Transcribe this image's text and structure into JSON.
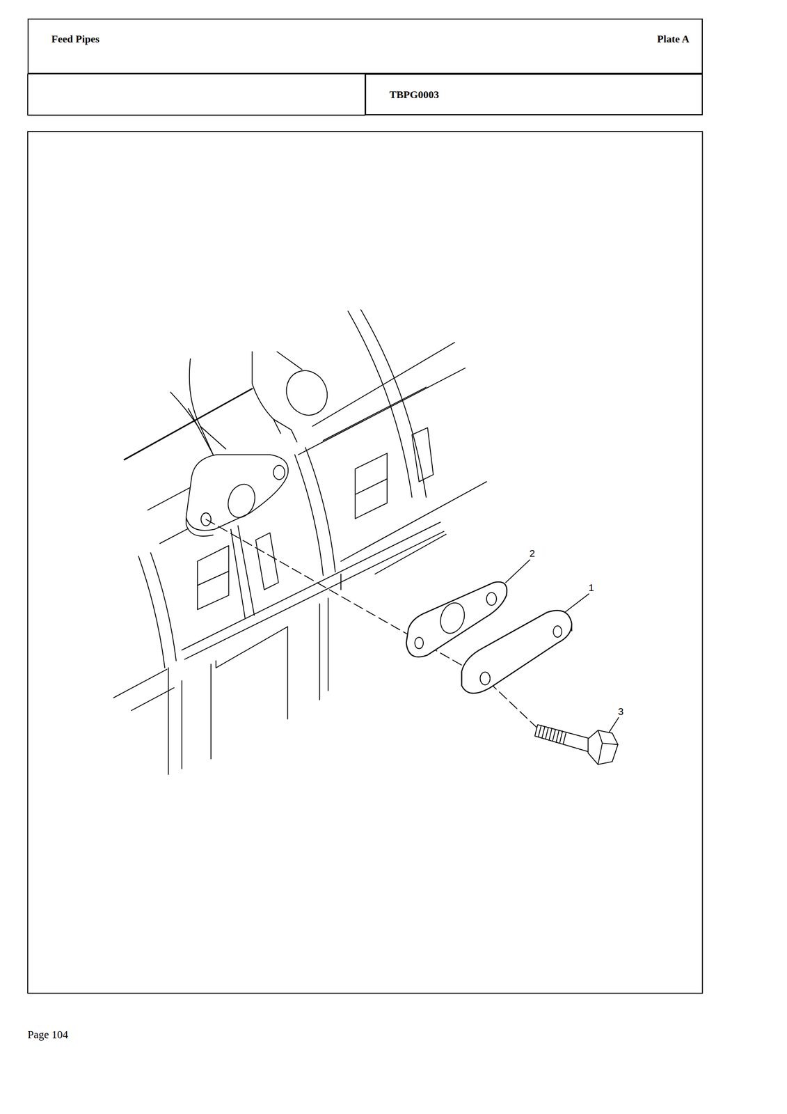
{
  "diagram": {
    "nodes": [
      {
        "text": [
          "Feed Pipes",
          "Plate A"
        ]
      },
      {
        "text": [
          "TBPG0003"
        ]
      }
    ],
    "labels": [
      "2",
      "1",
      "3",
      "Page 104"
    ]
  }
}
